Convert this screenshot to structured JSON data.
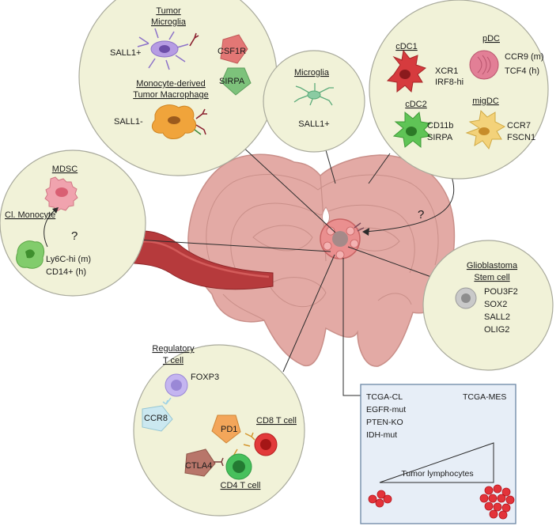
{
  "tumor_microglia_panel": {
    "title_line1": "Tumor",
    "title_line2": "Microglia",
    "marker_microglia": "SALL1+",
    "receptor_1": "CSF1R",
    "receptor_2": "SIRPA",
    "subtitle_line1": "Monocyte-derived",
    "subtitle_line2": "Tumor Macrophage",
    "marker_macrophage": "SALL1-"
  },
  "microglia_panel": {
    "title": "Microglia",
    "marker": "SALL1+"
  },
  "dendritic_panel": {
    "cdc1_title": "cDC1",
    "cdc1_marker_1": "XCR1",
    "cdc1_marker_2": "IRF8-hi",
    "pdc_title": "pDC",
    "pdc_marker_1": "CCR9 (m)",
    "pdc_marker_2": "TCF4 (h)",
    "cdc2_title": "cDC2",
    "cdc2_marker_1": "CD11b",
    "cdc2_marker_2": "SIRPA",
    "migdc_title": "migDC",
    "migdc_marker_1": "CCR7",
    "migdc_marker_2": "FSCN1"
  },
  "monocyte_panel": {
    "mdsc_title": "MDSC",
    "question": "?",
    "mono_title": "Cl. Monocyte",
    "marker_1": "Ly6C-hi (m)",
    "marker_2": "CD14+ (h)"
  },
  "dc_question": "?",
  "stem_panel": {
    "title_line1": "Glioblastoma",
    "title_line2": "Stem cell",
    "markers": [
      "POU3F2",
      "SOX2",
      "SALL2",
      "OLIG2"
    ]
  },
  "tcell_panel": {
    "treg_line1": "Regulatory",
    "treg_line2": "T cell",
    "foxp3": "FOXP3",
    "ccr8": "CCR8",
    "pd1": "PD1",
    "ctla4": "CTLA4",
    "cd8": "CD8 T cell",
    "cd4": "CD4 T cell"
  },
  "subtype_box": {
    "left_lines": [
      "TCGA-CL",
      "EGFR-mut",
      "PTEN-KO",
      "IDH-mut"
    ],
    "right_label": "TCGA-MES",
    "axis_label": "Tumor lymphocytes"
  },
  "colors": {
    "circle_fill": "#f1f2d8",
    "circle_stroke": "#a9aa9c",
    "brain": "#e3aaa5",
    "brain_outline": "#c98f89",
    "tumor": "#e98f8f",
    "box_fill": "#e7eef7",
    "box_stroke": "#6c87a5"
  }
}
